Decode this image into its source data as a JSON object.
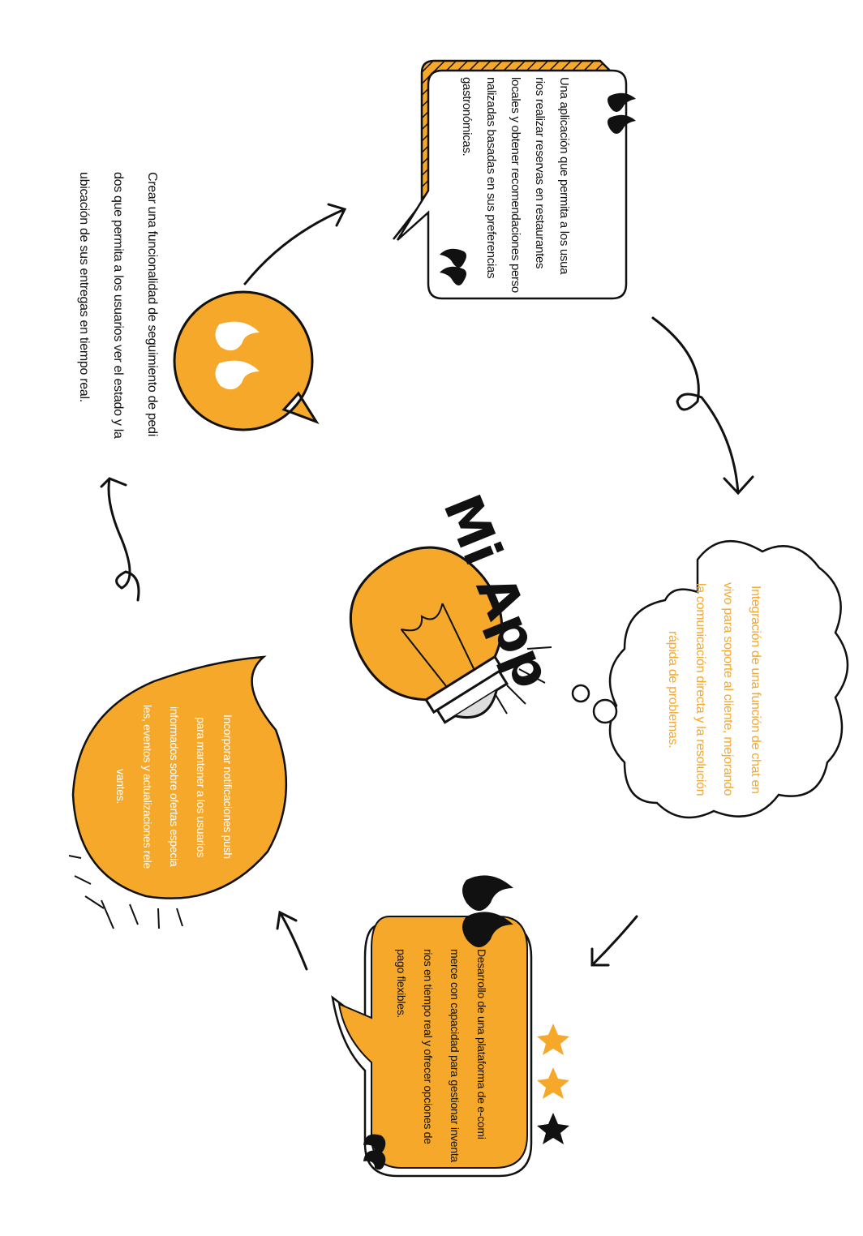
{
  "logo": {
    "text": "Mi App"
  },
  "colors": {
    "accent": "#F5A82A",
    "ink": "#111111",
    "paper": "#FFFFFF"
  },
  "cards": {
    "reservas": {
      "lines": [
        "Una aplicación que permita a los usua",
        "rios realizar reservas en restaurantes",
        "locales y obtener recomendaciones perso",
        "nalizadas basadas en sus preferencias",
        "gastronómicas."
      ]
    },
    "chat": {
      "lines": [
        "Integración de una función de chat en",
        "vivo para soporte al cliente, mejorando",
        "la comunicación directa y la resolución",
        "rápida de problemas."
      ]
    },
    "ecommerce": {
      "lines": [
        "Desarrollo de una plataforma de e-comi",
        "merce con capacidad para gestionar inventa",
        "rios en tiempo real y ofrecer opciones de",
        "pago flexibles."
      ]
    },
    "notificaciones": {
      "lines": [
        "Incorporar notificaciones push",
        "para mantener a los usuarios",
        "informados sobre ofertas especia",
        "les, eventos y actualizaciones rele",
        "vantes."
      ]
    },
    "seguimiento": {
      "lines": [
        "Crear una funcionalidad de seguimiento de pedi",
        "dos que permita a los usuarios ver el estado y la",
        "ubicación de sus entregas en tiempo real."
      ]
    }
  },
  "rating": {
    "filled": 2,
    "total": 3
  }
}
